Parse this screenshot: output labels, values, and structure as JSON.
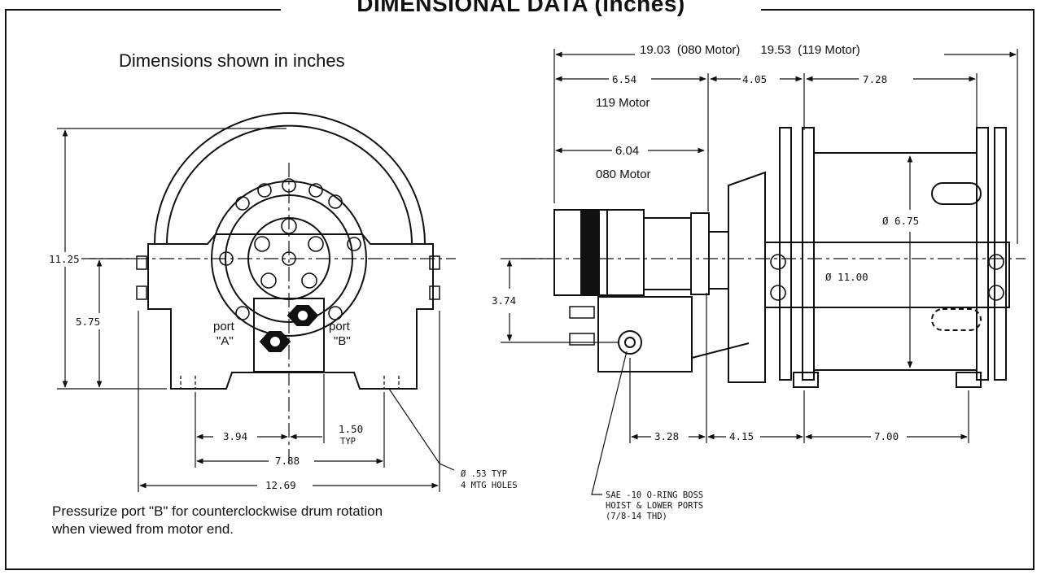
{
  "title": "DIMENSIONAL DATA (inches)",
  "notes": {
    "units": "Dimensions shown in inches",
    "pressurize_1": "Pressurize port \"B\" for counterclockwise drum rotation",
    "pressurize_2": "when viewed from motor end."
  },
  "front_view": {
    "port_a": {
      "word": "port",
      "name": "\"A\""
    },
    "port_b": {
      "word": "port",
      "name": "\"B\""
    },
    "overall_height": "11.25",
    "centerline_height": "5.75",
    "center_to_hole": "3.94",
    "hole_spacing": "7.88",
    "overall_width": "12.69",
    "port_offset": "1.50",
    "port_offset_note": "TYP",
    "mounting_holes": [
      "Ø .53 TYP",
      "4 MTG HOLES"
    ]
  },
  "side_view": {
    "overall_length": "19.03  (080 Motor)      19.53  (119 Motor)",
    "motor_119_length": "6.54",
    "motor_119_label": "119 Motor",
    "motor_080_length": "6.04",
    "motor_080_label": "080 Motor",
    "gear_housing_length": "4.05",
    "drum_length": "7.28",
    "drum_diameter": "Ø 6.75",
    "flange_diameter": "Ø 11.00",
    "centerline_height": "3.74",
    "port_to_mount": "3.28",
    "mount_spacing_1": "4.15",
    "mount_spacing_2": "7.00",
    "port_callout": [
      "SAE -10 O-RING BOSS",
      "HOIST & LOWER PORTS",
      "(7/8-14 THD)"
    ]
  }
}
